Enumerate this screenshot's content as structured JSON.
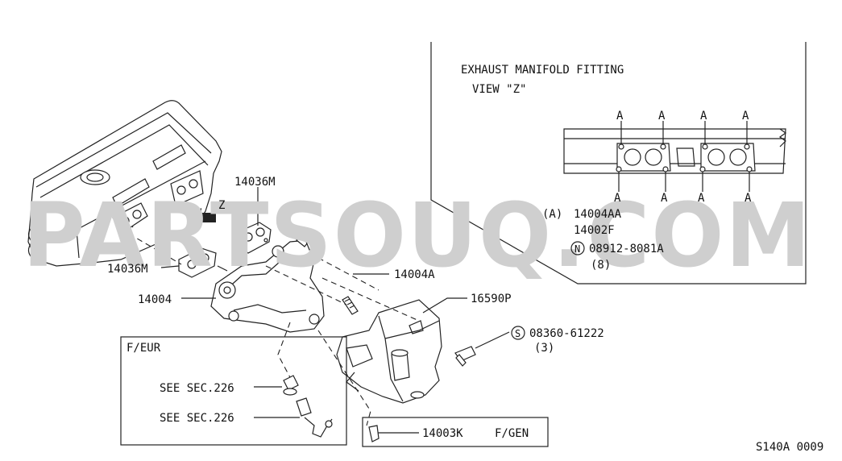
{
  "watermark": "PARTSOUQ.COM",
  "detail": {
    "title": "EXHAUST MANIFOLD FITTING",
    "view": "VIEW \"Z\"",
    "marker": "A",
    "legend": [
      {
        "prefix": "(A)",
        "text": "14004AA"
      },
      {
        "prefix": "",
        "text": "14002F"
      },
      {
        "prefix": "N",
        "text": "08912-8081A"
      },
      {
        "prefix": "",
        "text": "(8)"
      }
    ]
  },
  "callouts": {
    "p14036m_top": "14036M",
    "z": "Z",
    "p14036m_left": "14036M",
    "p14004": "14004",
    "p14004a": "14004A",
    "p16590p": "16590P",
    "bolt": {
      "prefix": "S",
      "code": "08360-61222",
      "qty": "(3)"
    },
    "p14003k": "14003K",
    "fgen": "F/GEN"
  },
  "feur": {
    "title": "F/EUR",
    "see1": "SEE SEC.226",
    "see2": "SEE SEC.226"
  },
  "footer_code": "S140A 0009"
}
